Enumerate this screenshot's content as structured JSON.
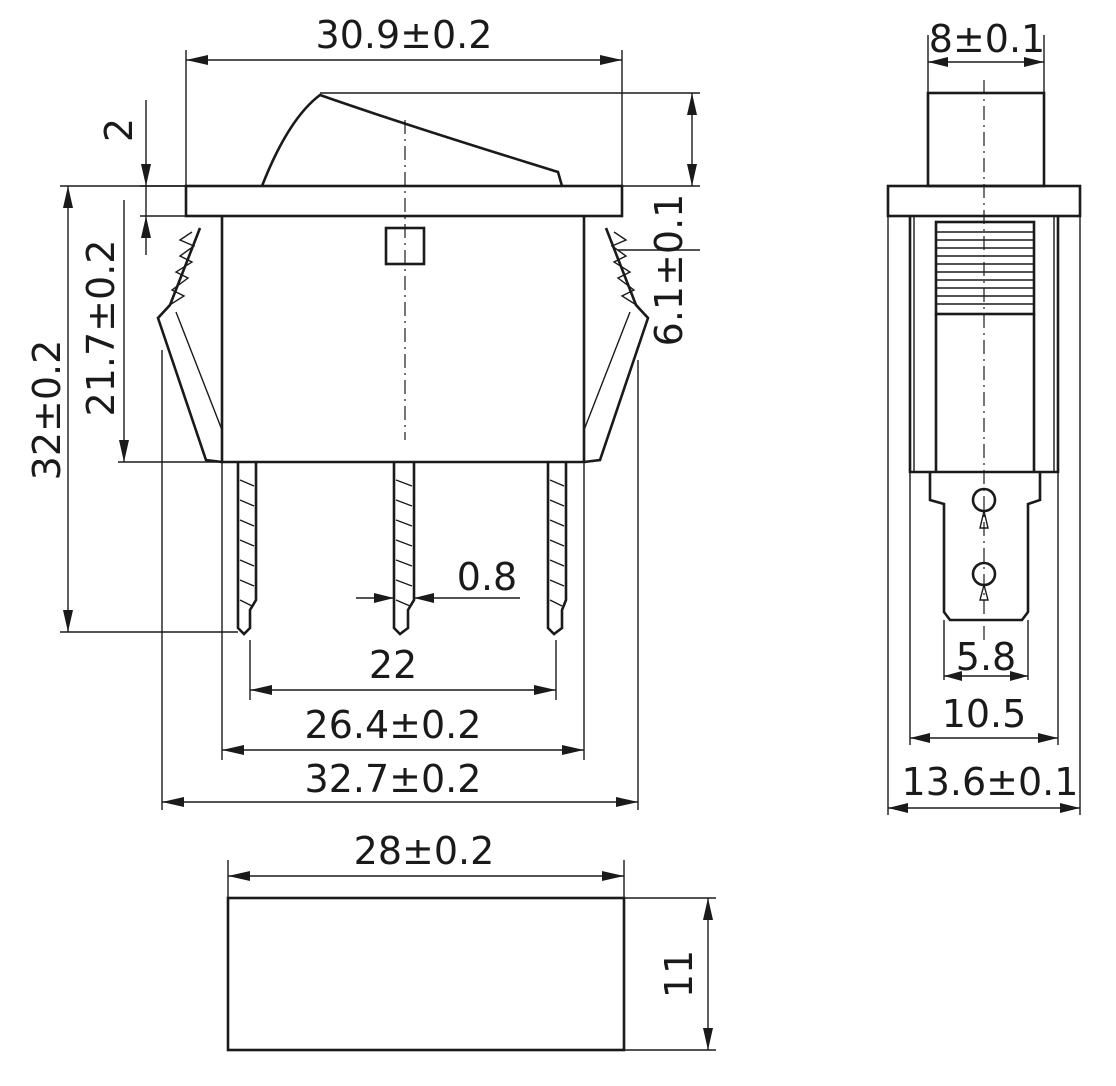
{
  "dimensions": {
    "overall_width": "30.9±0.2",
    "rocker_height": "2",
    "right_height": "6.1±0.1",
    "body_height": "21.7±0.2",
    "total_height": "32±0.2",
    "pin_thickness": "0.8",
    "pin_pitch": "22",
    "body_width": "26.4±0.2",
    "clip_width": "32.7±0.2",
    "side_top_width": "8±0.1",
    "terminal_width": "5.8",
    "side_body_width": "10.5",
    "side_flange_width": "13.6±0.1",
    "bottom_width": "28±0.2",
    "bottom_height": "11"
  }
}
